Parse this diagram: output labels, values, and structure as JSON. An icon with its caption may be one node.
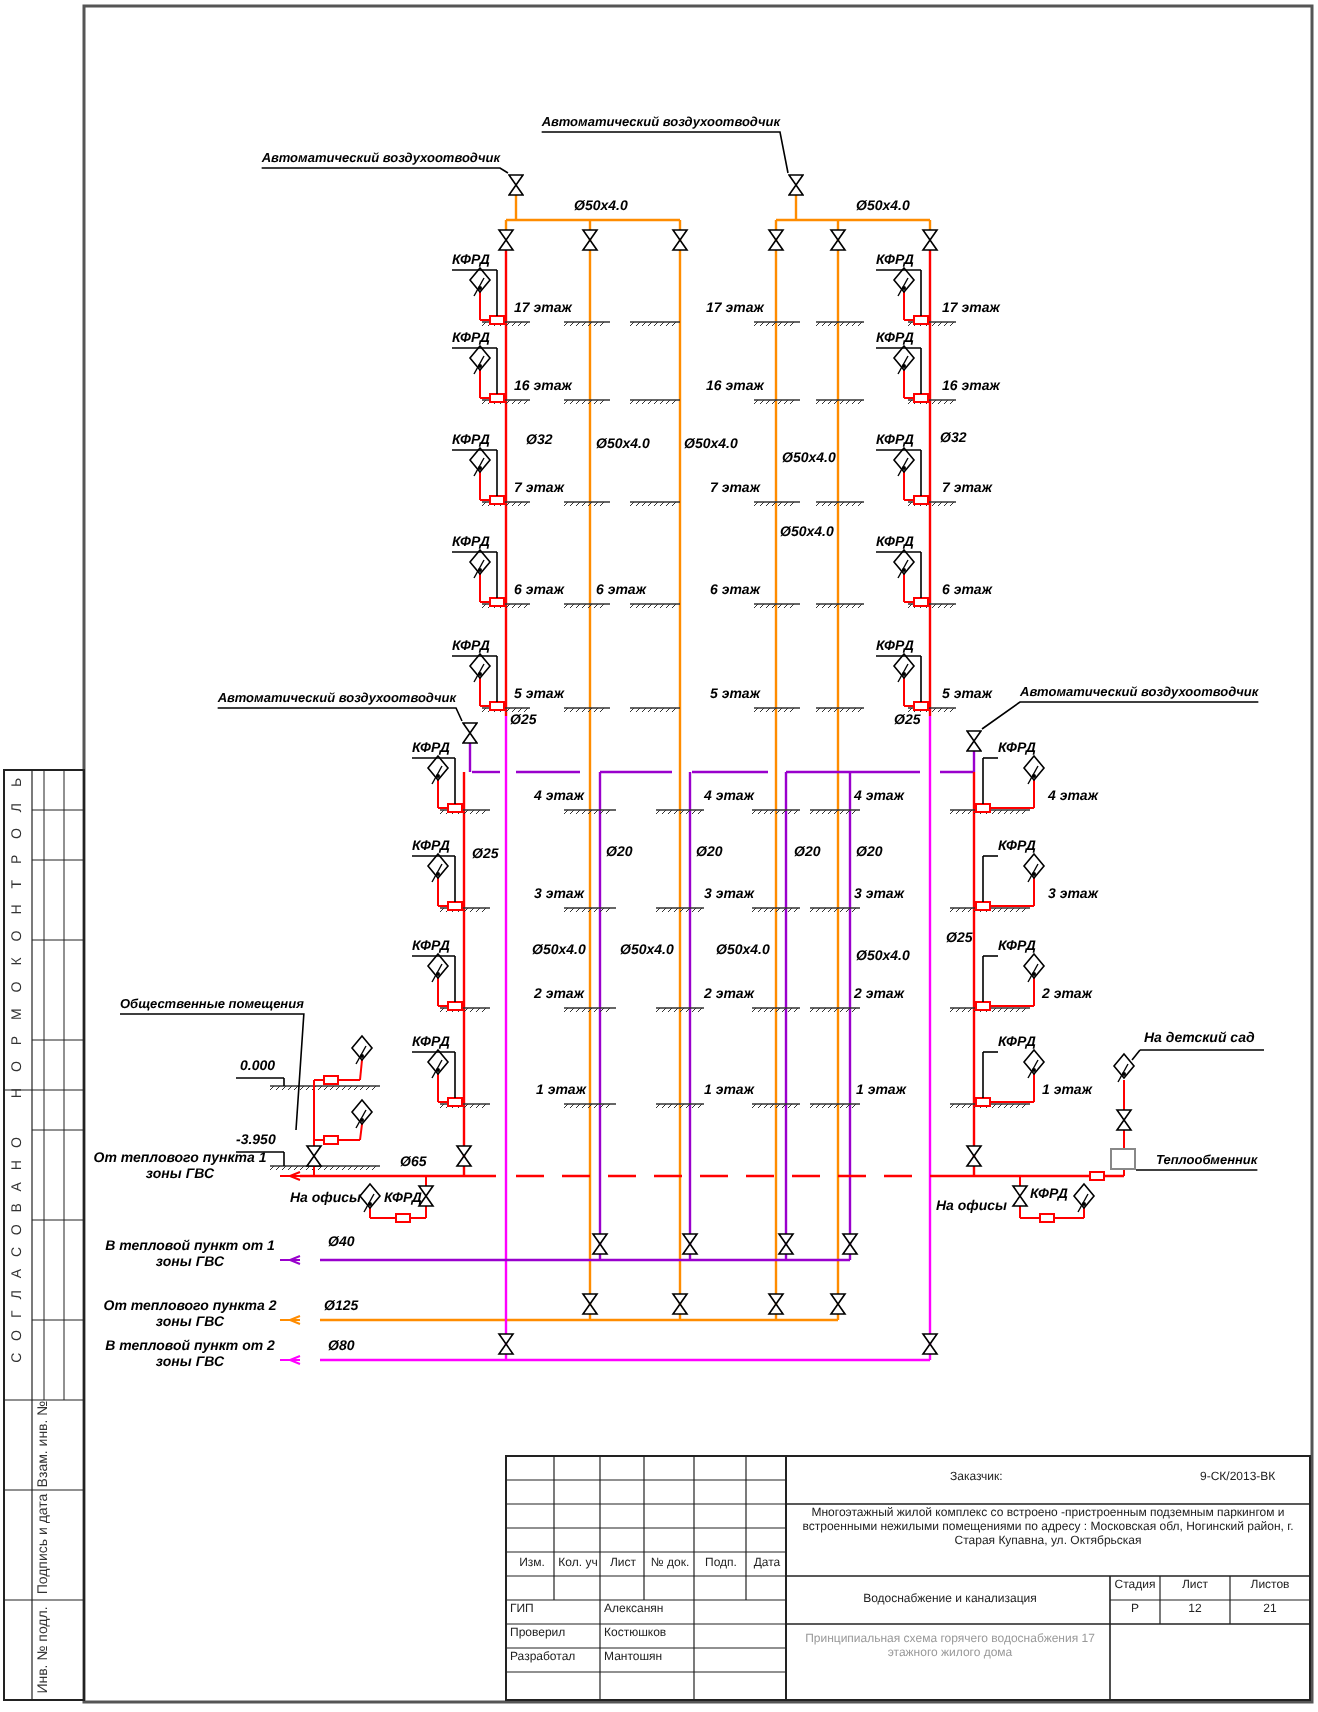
{
  "diagram": {
    "nodes": [
      {
        "text": [
          "Автоматический воздухоотводчик"
        ]
      },
      {
        "text": [],
        "shape": "valve"
      },
      {
        "text": [
          "Автоматический воздухоотводчик"
        ]
      },
      {
        "text": [],
        "shape": "valve"
      },
      {
        "text": [
          "Автоматический воздухоотводчик"
        ]
      },
      {
        "text": [],
        "shape": "valve"
      },
      {
        "text": [
          "Автоматический воздухоотводчик"
        ]
      },
      {
        "text": [],
        "shape": "valve"
      },
      {
        "text": [
          "Теплообменник"
        ]
      },
      {
        "text": [],
        "shape": "box"
      },
      {
        "text": [
          "Общественные помещения"
        ]
      }
    ],
    "edges": [
      {
        "from": 0,
        "to": 1,
        "arrow": "none"
      },
      {
        "from": 2,
        "to": 3,
        "arrow": "none"
      },
      {
        "from": 4,
        "to": 5,
        "arrow": "none"
      },
      {
        "from": 6,
        "to": 7,
        "arrow": "none"
      },
      {
        "from": 8,
        "to": 9,
        "arrow": "none"
      },
      {
        "from": 10,
        "to": null,
        "arrow": "none"
      }
    ],
    "labels": [
      "Ø50x4.0",
      "Ø50x4.0",
      "КФРД",
      "КФРД",
      "КФРД",
      "КФРД",
      "КФРД",
      "КФРД",
      "КФРД",
      "КФРД",
      "КФРД",
      "КФРД",
      "17 этаж",
      "17 этаж",
      "17 этаж",
      "16 этаж",
      "16 этаж",
      "16 этаж",
      "Ø32",
      "Ø50x4.0",
      "Ø50x4.0",
      "Ø50x4.0",
      "Ø32",
      "7 этаж",
      "7 этаж",
      "7 этаж",
      "Ø50x4.0",
      "6 этаж",
      "6 этаж",
      "6 этаж",
      "6 этаж",
      "5 этаж",
      "5 этаж",
      "5 этаж",
      "Ø25",
      "Ø25",
      "КФРД",
      "КФРД",
      "КФРД",
      "КФРД",
      "КФРД",
      "КФРД",
      "КФРД",
      "КФРД",
      "4 этаж",
      "4 этаж",
      "4 этаж",
      "4 этаж",
      "Ø25",
      "Ø20",
      "Ø20",
      "Ø20",
      "Ø20",
      "3 этаж",
      "3 этаж",
      "3 этаж",
      "3 этаж",
      "Ø25",
      "Ø50x4.0",
      "Ø50x4.0",
      "Ø50x4.0",
      "Ø50x4.0",
      "2 этаж",
      "2 этаж",
      "2 этаж",
      "2 этаж",
      "1 этаж",
      "1 этаж",
      "1 этаж",
      "1 этаж",
      "0.000",
      "-3.950",
      "На детский сад",
      "От теплового пункта 1 зоны ГВС",
      "Ø65",
      "На офисы",
      "КФРД",
      "На офисы",
      "КФРД",
      "В тепловой пункт от 1 зоны ГВС",
      "Ø40",
      "От теплового пункта 2 зоны ГВС",
      "Ø125",
      "В тепловой пункт от 2 зоны ГВС",
      "Ø80",
      "Заказчик:",
      "9-СК/2013-ВК",
      "Многоэтажный жилой комплекс со встроено -пристроенным подземным паркингом и встроенными нежилыми помещениями по адресу : Московская обл, Ногинский район, г. Старая Купавна, ул. Октябрьская",
      "Изм.",
      "Кол. уч",
      "Лист",
      "№ док.",
      "Подп.",
      "Дата",
      "ГИП",
      "Алексанян",
      "Проверил",
      "Костюшков",
      "Разработал",
      "Мантошян",
      "Водоснабжение и канализация",
      "Стадия",
      "Лист",
      "Листов",
      "Р",
      "12",
      "21",
      "Принципиальная схема горячего водоснабжения 17 этажного жилого дома",
      "НОРМОКОНТРОЛЬ",
      "СОГЛАСОВАНО",
      "Взам. инв. №",
      "Подпись и дата",
      "Инв. № подл."
    ]
  }
}
